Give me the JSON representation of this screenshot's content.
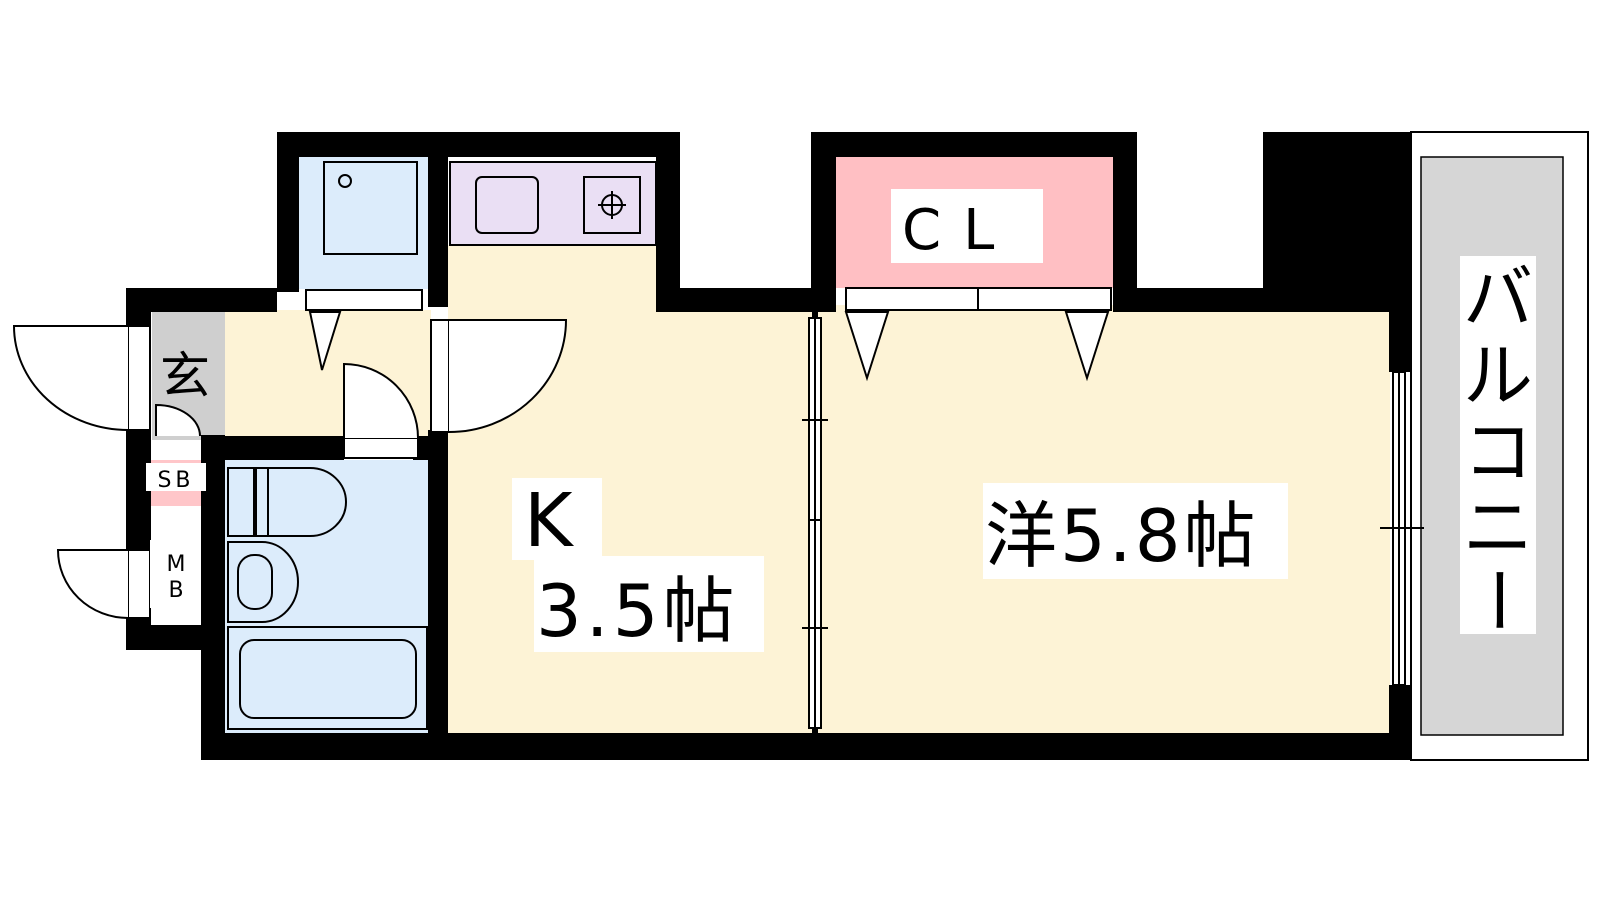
{
  "rooms": {
    "kitchen_letter": "K",
    "kitchen_size": "3.5帖",
    "western_room": "洋5.8帖",
    "closet": "CL",
    "balcony": [
      "バ",
      "ル",
      "コ",
      "ニ",
      "ー"
    ],
    "entrance": "玄",
    "shoe_box": "SB",
    "meter_box": [
      "M",
      "B"
    ]
  },
  "colors": {
    "wall": "#000000",
    "floor_room": "#fdf3d6",
    "wet_area": "#dcecfb",
    "kitchen_counter": "#eadff4",
    "closet": "#ffbfc3",
    "shoe_box": "#ffc6c9",
    "entrance": "#cfcfcf",
    "balcony": "#d6d6d6"
  }
}
